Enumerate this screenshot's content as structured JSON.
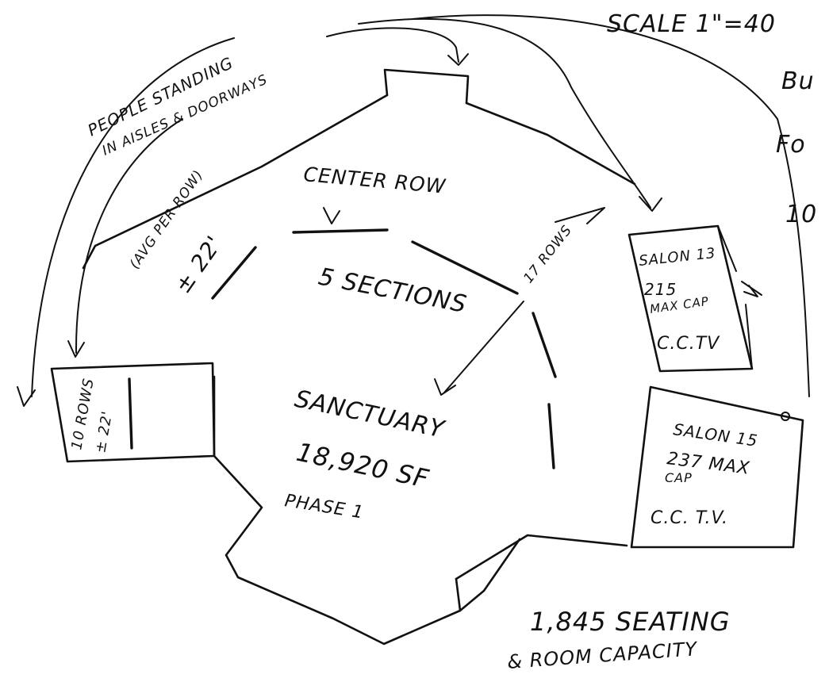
{
  "diagram": {
    "scale": "SCALE 1\"=40",
    "margin_notes": [
      "Bu",
      "Fo",
      "10"
    ],
    "standing_note": [
      "PEOPLE STANDING",
      "IN AISLES & DOORWAYS"
    ],
    "center_row": "CENTER ROW",
    "per_row_note": [
      "(AVG PER ROW)",
      "± 22'"
    ],
    "sections": "5 SECTIONS",
    "rows_note": "17 ROWS",
    "sanctuary": {
      "name": "SANCTUARY",
      "area": "18,920 SF",
      "phase": "PHASE 1"
    },
    "left_box": [
      "10 ROWS",
      "± 22'"
    ],
    "salon_13": {
      "name": "SALON 13",
      "capacity": "215",
      "cap_label": "MAX CAP",
      "av": "C.C.TV"
    },
    "salon_15": {
      "name": "SALON 15",
      "capacity": "237 MAX",
      "cap_label": "CAP",
      "av": "C.C. T.V."
    },
    "seating": [
      "1,845 SEATING",
      "& ROOM CAPACITY"
    ]
  }
}
